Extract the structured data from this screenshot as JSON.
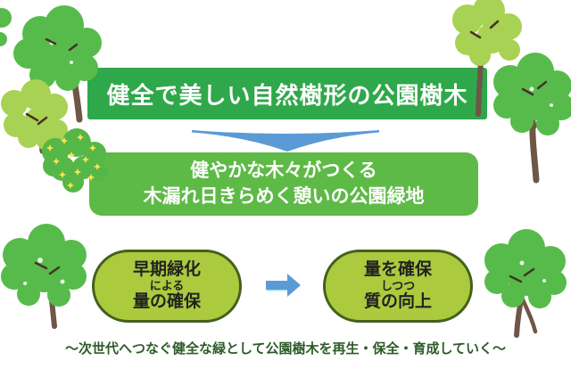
{
  "colors": {
    "banner_green": "#2fa84b",
    "box_green": "#5eba47",
    "pill_fill": "#abca3d",
    "pill_border": "#44601d",
    "pill_text": "#222222",
    "arrow_blue": "#5b9bd5",
    "arrow_blue_edge": "#aadcf0",
    "tagline_green": "#2d5b28",
    "tree_green": "#57bb4b",
    "tree_yellow_green": "#a8d253",
    "bush_green": "#55b747",
    "trunk_brown": "#6f5646",
    "branch_dark": "#473325",
    "flower_yellow": "#ffe44f"
  },
  "banner": {
    "text": "健全で美しい自然樹形の公園樹木"
  },
  "vision_box": {
    "line1": "健やかな木々がつくる",
    "line2": "木漏れ日きらめく憩いの公園緑地"
  },
  "left_pill": {
    "line1": "早期緑化",
    "line2": "による",
    "line3": "量の確保"
  },
  "right_pill": {
    "line1": "量を確保",
    "line2": "しつつ",
    "line3": "質の向上"
  },
  "tagline": {
    "text": "～次世代へつなぐ健全な緑として公園樹木を再生・保全・育成していく～"
  },
  "icons": {
    "down_arrow": "curved-chevron-down",
    "right_arrow": "block-arrow-right"
  }
}
